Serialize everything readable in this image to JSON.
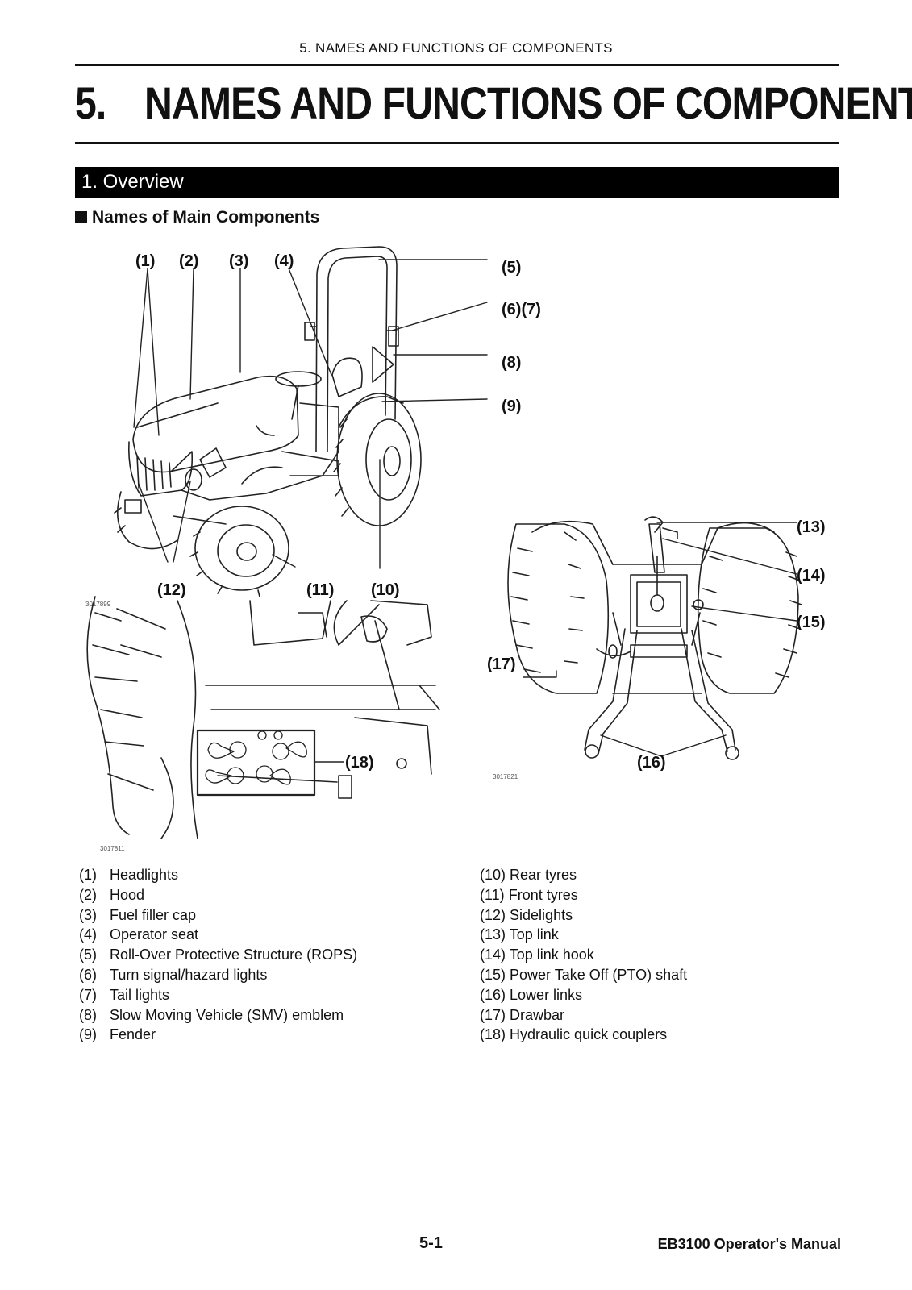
{
  "header": {
    "running_head": "5. NAMES AND FUNCTIONS OF COMPONENTS",
    "chapter_number": "5.",
    "chapter_title": "NAMES AND FUNCTIONS OF COMPONENTS"
  },
  "section": {
    "title": "1. Overview",
    "subheading": "Names of Main Components"
  },
  "figures": {
    "callouts": {
      "c1": "(1)",
      "c2": "(2)",
      "c3": "(3)",
      "c4": "(4)",
      "c5": "(5)",
      "c67": "(6)(7)",
      "c8": "(8)",
      "c9": "(9)",
      "c10": "(10)",
      "c11": "(11)",
      "c12": "(12)",
      "c13": "(13)",
      "c14": "(14)",
      "c15": "(15)",
      "c16": "(16)",
      "c17": "(17)",
      "c18": "(18)"
    },
    "codes": {
      "tractor": "3017899",
      "couplers": "3017811",
      "rear_hitch": "3017821"
    }
  },
  "legend_left": [
    {
      "num": "(1)",
      "label": "Headlights"
    },
    {
      "num": "(2)",
      "label": "Hood"
    },
    {
      "num": "(3)",
      "label": "Fuel filler cap"
    },
    {
      "num": "(4)",
      "label": "Operator seat"
    },
    {
      "num": "(5)",
      "label": "Roll-Over Protective Structure (ROPS)"
    },
    {
      "num": "(6)",
      "label": "Turn signal/hazard lights"
    },
    {
      "num": "(7)",
      "label": "Tail lights"
    },
    {
      "num": "(8)",
      "label": "Slow Moving Vehicle (SMV) emblem"
    },
    {
      "num": "(9)",
      "label": "Fender"
    }
  ],
  "legend_right": [
    {
      "num": "(10)",
      "label": "Rear tyres"
    },
    {
      "num": "(11)",
      "label": "Front tyres"
    },
    {
      "num": "(12)",
      "label": "Sidelights"
    },
    {
      "num": "(13)",
      "label": "Top link"
    },
    {
      "num": "(14)",
      "label": "Top link hook"
    },
    {
      "num": "(15)",
      "label": "Power Take Off (PTO) shaft"
    },
    {
      "num": "(16)",
      "label": "Lower links"
    },
    {
      "num": "(17)",
      "label": "Drawbar"
    },
    {
      "num": "(18)",
      "label": "Hydraulic quick couplers"
    }
  ],
  "footer": {
    "page_number": "5-1",
    "manual_title": "EB3100 Operator's Manual"
  }
}
